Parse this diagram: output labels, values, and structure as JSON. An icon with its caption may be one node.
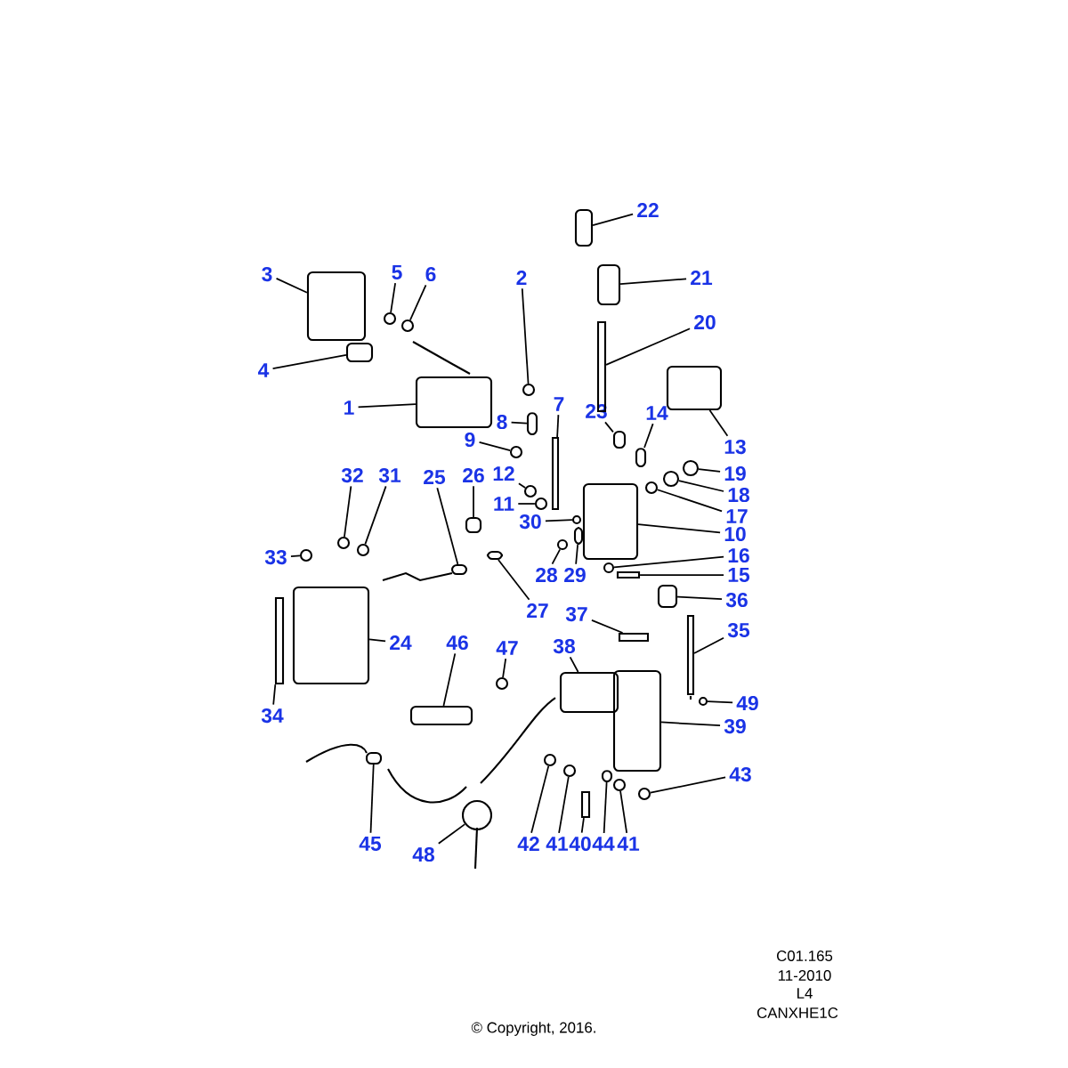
{
  "diagram": {
    "nodes": [
      {
        "text": [
          "1"
        ]
      },
      {
        "text": [
          "2"
        ]
      },
      {
        "text": [
          "3"
        ]
      },
      {
        "text": [
          "4"
        ]
      },
      {
        "text": [
          "5"
        ]
      },
      {
        "text": [
          "6"
        ]
      },
      {
        "text": [
          "7"
        ]
      },
      {
        "text": [
          "8"
        ]
      },
      {
        "text": [
          "9"
        ]
      },
      {
        "text": [
          "10"
        ]
      },
      {
        "text": [
          "11"
        ]
      },
      {
        "text": [
          "12"
        ]
      },
      {
        "text": [
          "13"
        ]
      },
      {
        "text": [
          "14"
        ]
      },
      {
        "text": [
          "15"
        ]
      },
      {
        "text": [
          "16"
        ]
      },
      {
        "text": [
          "17"
        ]
      },
      {
        "text": [
          "18"
        ]
      },
      {
        "text": [
          "19"
        ]
      },
      {
        "text": [
          "20"
        ]
      },
      {
        "text": [
          "21"
        ]
      },
      {
        "text": [
          "22"
        ]
      },
      {
        "text": [
          "23"
        ]
      },
      {
        "text": [
          "24"
        ]
      },
      {
        "text": [
          "25"
        ]
      },
      {
        "text": [
          "26"
        ]
      },
      {
        "text": [
          "27"
        ]
      },
      {
        "text": [
          "28"
        ]
      },
      {
        "text": [
          "29"
        ]
      },
      {
        "text": [
          "30"
        ]
      },
      {
        "text": [
          "31"
        ]
      },
      {
        "text": [
          "32"
        ]
      },
      {
        "text": [
          "33"
        ]
      },
      {
        "text": [
          "34"
        ]
      },
      {
        "text": [
          "35"
        ]
      },
      {
        "text": [
          "36"
        ]
      },
      {
        "text": [
          "37"
        ]
      },
      {
        "text": [
          "38"
        ]
      },
      {
        "text": [
          "39"
        ]
      },
      {
        "text": [
          "40"
        ]
      },
      {
        "text": [
          "41"
        ]
      },
      {
        "text": [
          "41"
        ]
      },
      {
        "text": [
          "42"
        ]
      },
      {
        "text": [
          "43"
        ]
      },
      {
        "text": [
          "44"
        ]
      },
      {
        "text": [
          "45"
        ]
      },
      {
        "text": [
          "46"
        ]
      },
      {
        "text": [
          "47"
        ]
      },
      {
        "text": [
          "48"
        ]
      },
      {
        "text": [
          "49"
        ]
      },
      {
        "text": [],
        "shape": "box"
      },
      {
        "text": [],
        "shape": "circle"
      },
      {
        "text": [],
        "shape": "box"
      },
      {
        "text": [],
        "shape": "box"
      },
      {
        "text": [],
        "shape": "circle"
      },
      {
        "text": [],
        "shape": "circle"
      },
      {
        "text": [],
        "shape": "bar"
      },
      {
        "text": [],
        "shape": "box"
      },
      {
        "text": [],
        "shape": "circle"
      },
      {
        "text": [],
        "shape": "box"
      },
      {
        "text": [],
        "shape": "circle"
      },
      {
        "text": [],
        "shape": "circle"
      },
      {
        "text": [],
        "shape": "box"
      },
      {
        "text": [],
        "shape": "box"
      },
      {
        "text": [],
        "shape": "bar"
      },
      {
        "text": [],
        "shape": "circle"
      },
      {
        "text": [],
        "shape": "circle"
      },
      {
        "text": [],
        "shape": "circle"
      },
      {
        "text": [],
        "shape": "circle"
      },
      {
        "text": [],
        "shape": "bar"
      },
      {
        "text": [],
        "shape": "box"
      },
      {
        "text": [],
        "shape": "box"
      },
      {
        "text": [],
        "shape": "box"
      },
      {
        "text": [],
        "shape": "box"
      },
      {
        "text": [],
        "shape": "box"
      },
      {
        "text": [],
        "shape": "box"
      },
      {
        "text": [],
        "shape": "box"
      },
      {
        "text": [],
        "shape": "circle"
      },
      {
        "text": [],
        "shape": "box"
      },
      {
        "text": [],
        "shape": "circle"
      },
      {
        "text": [],
        "shape": "circle"
      },
      {
        "text": [],
        "shape": "circle"
      },
      {
        "text": [],
        "shape": "circle"
      },
      {
        "text": [],
        "shape": "bar"
      },
      {
        "text": [],
        "shape": "bar"
      },
      {
        "text": [],
        "shape": "box"
      },
      {
        "text": [],
        "shape": "bar"
      },
      {
        "text": [],
        "shape": "box"
      },
      {
        "text": [],
        "shape": "box"
      },
      {
        "text": [],
        "shape": "bar"
      },
      {
        "text": [],
        "shape": "circle"
      },
      {
        "text": [],
        "shape": "circle"
      },
      {
        "text": [],
        "shape": "circle"
      },
      {
        "text": [],
        "shape": "circle"
      },
      {
        "text": [],
        "shape": "box"
      },
      {
        "text": [],
        "shape": "box"
      },
      {
        "text": [],
        "shape": "box"
      },
      {
        "text": [],
        "shape": "circle"
      },
      {
        "text": [],
        "shape": "circle"
      },
      {
        "text": [],
        "shape": "circle"
      }
    ],
    "edges": [
      {
        "from": 0,
        "to": 50,
        "arrow": "none"
      },
      {
        "from": 1,
        "to": 51,
        "arrow": "none"
      },
      {
        "from": 2,
        "to": 52,
        "arrow": "none"
      },
      {
        "from": 3,
        "to": 53,
        "arrow": "none"
      },
      {
        "from": 4,
        "to": 54,
        "arrow": "none"
      },
      {
        "from": 5,
        "to": 55,
        "arrow": "none"
      },
      {
        "from": 6,
        "to": 56,
        "arrow": "none"
      },
      {
        "from": 7,
        "to": 57,
        "arrow": "none"
      },
      {
        "from": 8,
        "to": 58,
        "arrow": "none"
      },
      {
        "from": 9,
        "to": 59,
        "arrow": "none"
      },
      {
        "from": 10,
        "to": 60,
        "arrow": "none"
      },
      {
        "from": 11,
        "to": 61,
        "arrow": "none"
      },
      {
        "from": 12,
        "to": 62,
        "arrow": "none"
      },
      {
        "from": 13,
        "to": 63,
        "arrow": "none"
      },
      {
        "from": 14,
        "to": 64,
        "arrow": "none"
      },
      {
        "from": 15,
        "to": 65,
        "arrow": "none"
      },
      {
        "from": 16,
        "to": 66,
        "arrow": "none"
      },
      {
        "from": 17,
        "to": 67,
        "arrow": "none"
      },
      {
        "from": 18,
        "to": 68,
        "arrow": "none"
      },
      {
        "from": 19,
        "to": 69,
        "arrow": "none"
      },
      {
        "from": 20,
        "to": 70,
        "arrow": "none"
      },
      {
        "from": 21,
        "to": 71,
        "arrow": "none"
      },
      {
        "from": 22,
        "to": 72,
        "arrow": "none"
      },
      {
        "from": 23,
        "to": 73,
        "arrow": "none"
      },
      {
        "from": 24,
        "to": 74,
        "arrow": "none"
      },
      {
        "from": 25,
        "to": 75,
        "arrow": "none"
      },
      {
        "from": 26,
        "to": 76,
        "arrow": "none"
      },
      {
        "from": 27,
        "to": 77,
        "arrow": "none"
      },
      {
        "from": 28,
        "to": 78,
        "arrow": "none"
      },
      {
        "from": 29,
        "to": 79,
        "arrow": "none"
      },
      {
        "from": 30,
        "to": 80,
        "arrow": "none"
      },
      {
        "from": 31,
        "to": 81,
        "arrow": "none"
      },
      {
        "from": 32,
        "to": 82,
        "arrow": "none"
      },
      {
        "from": 33,
        "to": 83,
        "arrow": "none"
      },
      {
        "from": 34,
        "to": 84,
        "arrow": "none"
      },
      {
        "from": 35,
        "to": 85,
        "arrow": "none"
      },
      {
        "from": 36,
        "to": 86,
        "arrow": "none"
      },
      {
        "from": 37,
        "to": 87,
        "arrow": "none"
      },
      {
        "from": 38,
        "to": 88,
        "arrow": "none"
      },
      {
        "from": 39,
        "to": 89,
        "arrow": "none"
      },
      {
        "from": 40,
        "to": 90,
        "arrow": "none"
      },
      {
        "from": 41,
        "to": 91,
        "arrow": "none"
      },
      {
        "from": 42,
        "to": 92,
        "arrow": "none"
      },
      {
        "from": 43,
        "to": 93,
        "arrow": "none"
      },
      {
        "from": 44,
        "to": 94,
        "arrow": "none"
      },
      {
        "from": 45,
        "to": 95,
        "arrow": "none"
      },
      {
        "from": 46,
        "to": 96,
        "arrow": "none"
      },
      {
        "from": 47,
        "to": 97,
        "arrow": "none"
      },
      {
        "from": 48,
        "to": 98,
        "arrow": "none"
      },
      {
        "from": 49,
        "to": 99,
        "arrow": "none"
      }
    ],
    "labels": [
      "C01.165",
      "11-2010",
      "L4",
      "CANXHE1C",
      "© Copyright, 2016."
    ]
  }
}
